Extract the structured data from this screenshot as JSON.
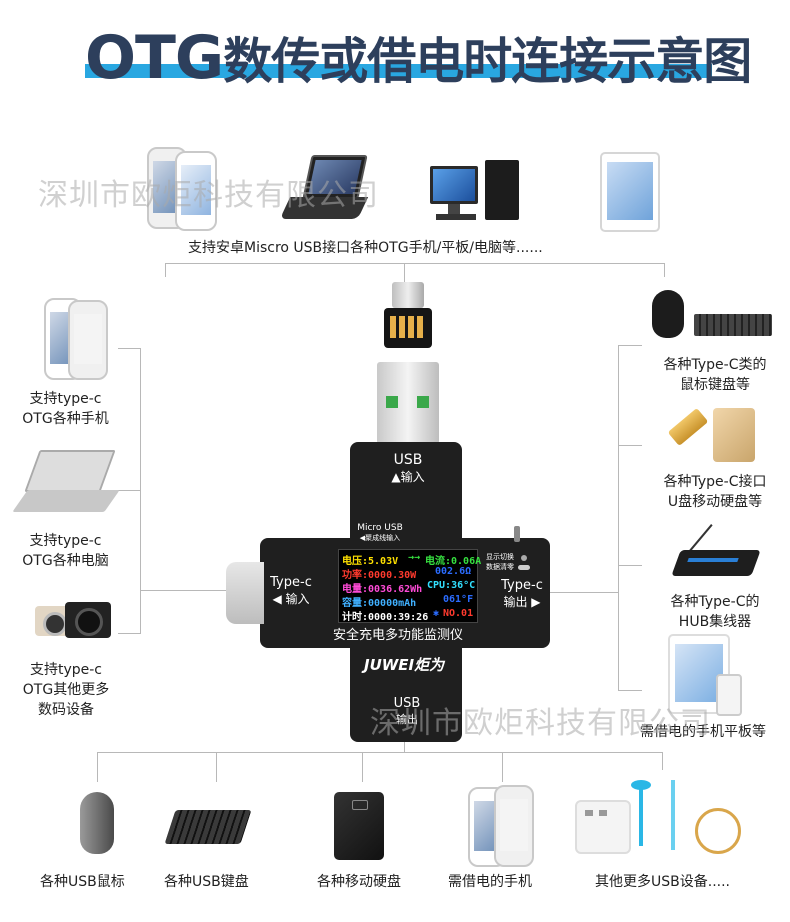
{
  "title": {
    "prefix": "OTG",
    "rest": "数传或借电时连接示意图"
  },
  "watermarks": [
    "深圳市欧炬科技有限公司",
    "深圳市欧炬科技有限公司"
  ],
  "top_caption": "支持安卓Miscro USB接口各种OTG手机/平板/电脑等......",
  "left_captions": [
    {
      "l1": "支持type-c",
      "l2": "OTG各种手机"
    },
    {
      "l1": "支持type-c",
      "l2": "OTG各种电脑"
    },
    {
      "l1": "支持type-c",
      "l2": "OTG其他更多",
      "l3": "数码设备"
    }
  ],
  "right_captions": [
    {
      "l1": "各种Type-C类的",
      "l2": "鼠标键盘等"
    },
    {
      "l1": "各种Type-C接口",
      "l2": "U盘移动硬盘等"
    },
    {
      "l1": "各种Type-C的",
      "l2": "HUB集线器"
    },
    {
      "l1": "需借电的手机平板等"
    }
  ],
  "bottom_captions": [
    "各种USB鼠标",
    "各种USB键盘",
    "各种移动硬盘",
    "需借电的手机",
    "其他更多USB设备....."
  ],
  "device": {
    "usb_in": {
      "label": "USB",
      "sub": "▲输入"
    },
    "micro_usb": {
      "label": "Micro USB",
      "sub": "◀聚成线输入"
    },
    "typec_in": {
      "label": "Type-c",
      "sub": "◀ 输入"
    },
    "typec_out": {
      "label": "Type-c",
      "sub": "输出 ▶"
    },
    "usb_out": {
      "label": "USB",
      "sub": "输出"
    },
    "switch": {
      "l1": "显示切换",
      "l2": "数据清零"
    },
    "subtitle": "安全充电多功能监测仪",
    "brand": "JUWEI炬为",
    "lcd": {
      "r1a": "电压:5.03V",
      "r1arrow": "→→",
      "r1b": "电流:0.06A",
      "r2a": "功率:0000.30W",
      "r2b": "002.6Ω",
      "r3a": "电量:0036.62Wh",
      "r3b": "CPU:36°C",
      "r4a": "容量:00000mAh",
      "r4b": "061°F",
      "r5a": "计时:0000:39:26",
      "r5icon": "✱",
      "r5b": "NO.01"
    }
  },
  "colors": {
    "title_bar": "#29a7e1",
    "title_text": "#2d3f5c"
  }
}
